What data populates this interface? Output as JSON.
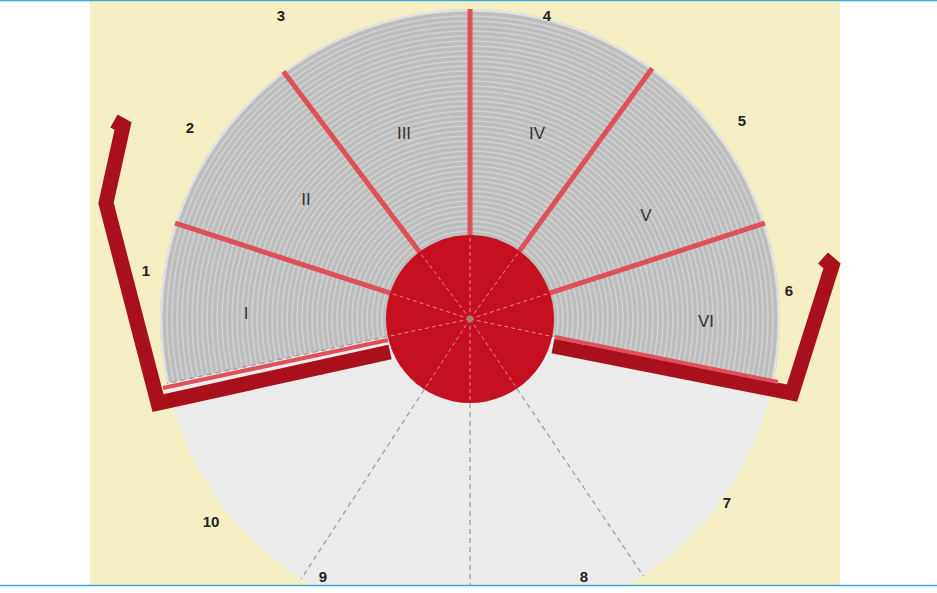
{
  "diagram": {
    "labels": [
      "1",
      "2",
      "3",
      "4",
      "5",
      "6",
      "7",
      "8",
      "9",
      "10",
      "I",
      "II",
      "III",
      "IV",
      "V",
      "VI"
    ]
  }
}
